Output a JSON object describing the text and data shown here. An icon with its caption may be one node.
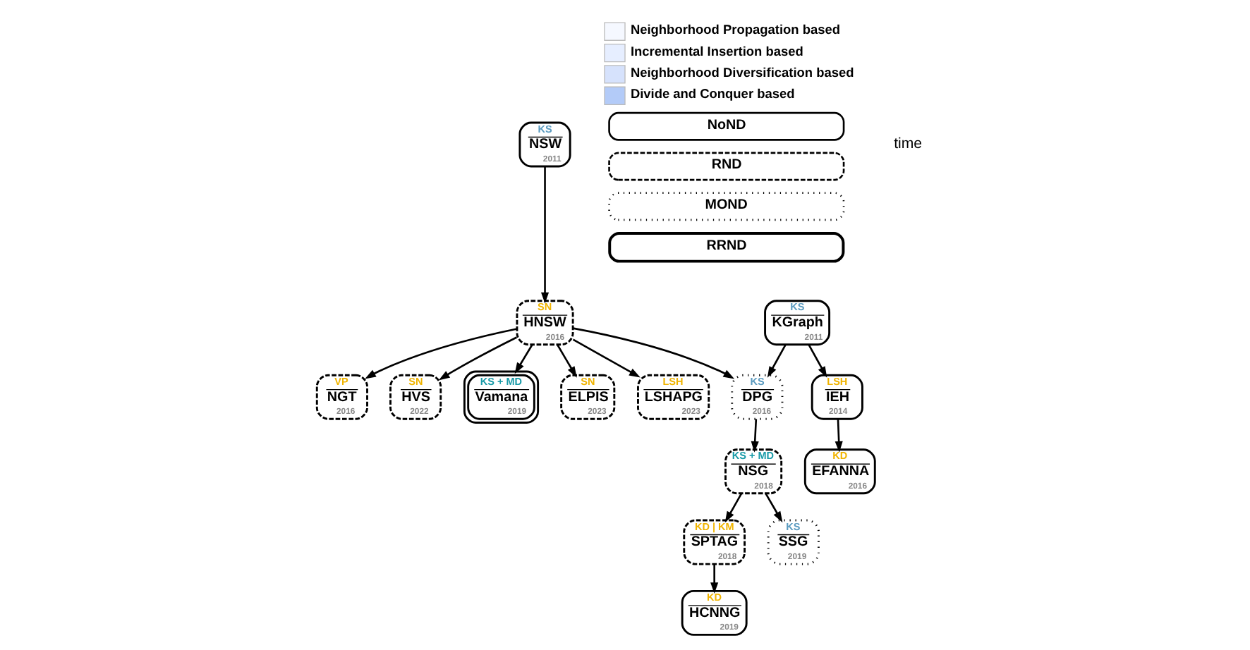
{
  "diagram": {
    "nodes": [
      {
        "text": [
          "KS",
          "NSW",
          "2011"
        ]
      },
      {
        "text": [
          "KS",
          "KGraph",
          "2011"
        ]
      },
      {
        "text": [
          "LSH",
          "IEH",
          "2014"
        ]
      },
      {
        "text": [
          "VP",
          "NGT",
          "2016"
        ]
      },
      {
        "text": [
          "SN",
          "HNSW",
          "2016"
        ]
      },
      {
        "text": [
          "KS",
          "DPG",
          "2016"
        ]
      },
      {
        "text": [
          "KD",
          "EFANNA",
          "2016"
        ]
      },
      {
        "text": [
          "KD | KM",
          "SPTAG",
          "2018"
        ]
      },
      {
        "text": [
          "KS + MD",
          "NSG",
          "2018"
        ]
      },
      {
        "text": [
          "KD",
          "HCNNG",
          "2019"
        ]
      },
      {
        "text": [
          "SN",
          "HVS",
          "2022"
        ]
      },
      {
        "text": [
          "KS + MD",
          "Vamana",
          "2019"
        ]
      },
      {
        "text": [
          "KS",
          "SSG",
          "2019"
        ]
      },
      {
        "text": [
          "SN",
          "ELPIS",
          "2023"
        ]
      },
      {
        "text": [
          "LSH",
          "LSHAPG",
          "2023"
        ]
      }
    ],
    "edges": [
      {
        "from": 0,
        "to": 4,
        "arrow": "to"
      },
      {
        "from": 4,
        "to": 3,
        "arrow": "to"
      },
      {
        "from": 4,
        "to": 5,
        "arrow": "to"
      },
      {
        "from": 4,
        "to": 11,
        "arrow": "to"
      },
      {
        "from": 4,
        "to": 10,
        "arrow": "to"
      },
      {
        "from": 4,
        "to": 13,
        "arrow": "to"
      },
      {
        "from": 4,
        "to": 14,
        "arrow": "to"
      },
      {
        "from": 1,
        "to": 5,
        "arrow": "to"
      },
      {
        "from": 1,
        "to": 2,
        "arrow": "to"
      },
      {
        "from": 2,
        "to": 6,
        "arrow": "to"
      },
      {
        "from": 5,
        "to": 8,
        "arrow": "to"
      },
      {
        "from": 8,
        "to": 12,
        "arrow": "to"
      },
      {
        "from": 8,
        "to": 7,
        "arrow": "to"
      },
      {
        "from": 7,
        "to": 9,
        "arrow": "to"
      }
    ],
    "labels": [
      "time"
    ],
    "legend": [
      {
        "text": "Neighborhood Propagation based",
        "color": "#f5f8ff"
      },
      {
        "text": "Incremental Insertion based",
        "color": "#e6eeff"
      },
      {
        "text": "Neighborhood Diversification based",
        "color": "#d6e2fc"
      },
      {
        "text": "Divide and Conquer based",
        "color": "#b3cbf8"
      },
      {
        "text": "NoND"
      },
      {
        "text": "RND"
      },
      {
        "text": "MOND"
      },
      {
        "text": "RRND"
      }
    ]
  }
}
